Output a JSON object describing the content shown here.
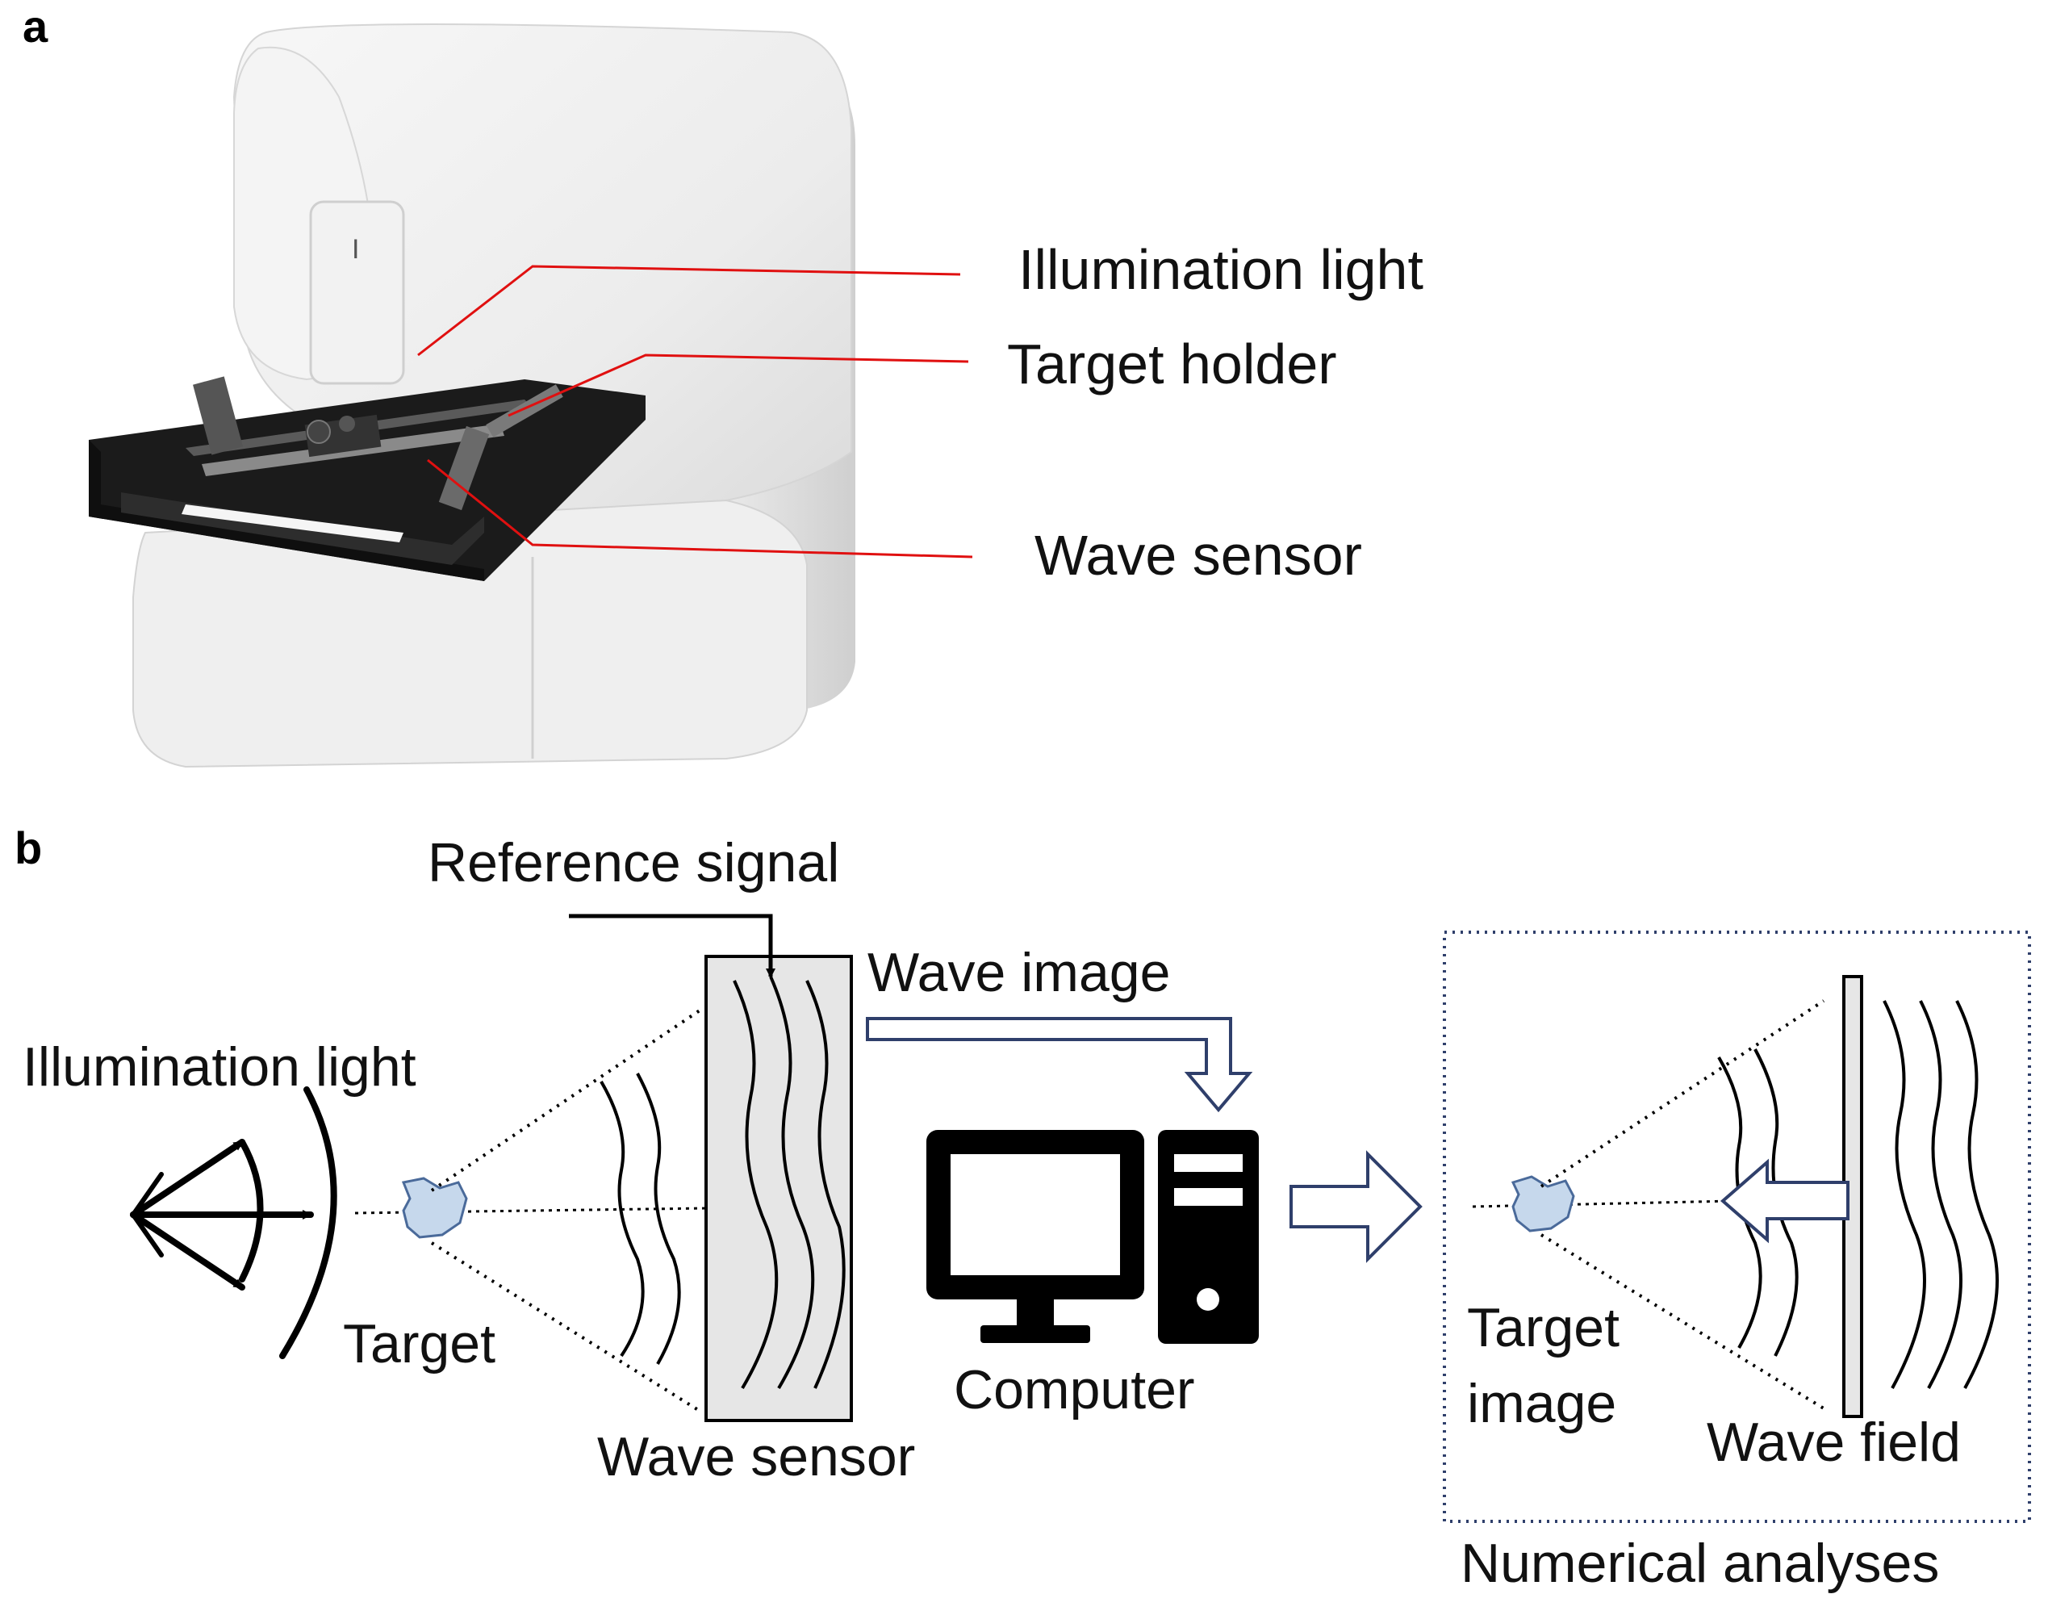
{
  "panel_a": {
    "letter": "a",
    "labels": {
      "illumination_light": "Illumination light",
      "target_holder": "Target holder",
      "wave_sensor": "Wave sensor"
    },
    "photo": {
      "device_body_color": "#eeeeee",
      "stage_color": "#1a1a1a",
      "leader_line_color": "#e01010",
      "button_glyph": "I"
    }
  },
  "panel_b": {
    "letter": "b",
    "labels": {
      "reference_signal": "Reference signal",
      "wave_image": "Wave image",
      "illumination_light": "Illumination light",
      "target": "Target",
      "wave_sensor": "Wave sensor",
      "computer": "Computer",
      "target_image_line1": "Target",
      "target_image_line2": "image",
      "wave_field": "Wave field",
      "numerical_analyses": "Numerical analyses"
    },
    "colors": {
      "ink": "#000000",
      "arrow_outline": "#2f3f6b",
      "target_fill": "#c6d8ec",
      "sensor_fill": "#e6e6e6",
      "dotted_box": "#2f3f6b"
    },
    "icons": [
      "light-source-icon",
      "computer-monitor-icon",
      "computer-tower-icon",
      "hollow-arrow-icon"
    ]
  }
}
